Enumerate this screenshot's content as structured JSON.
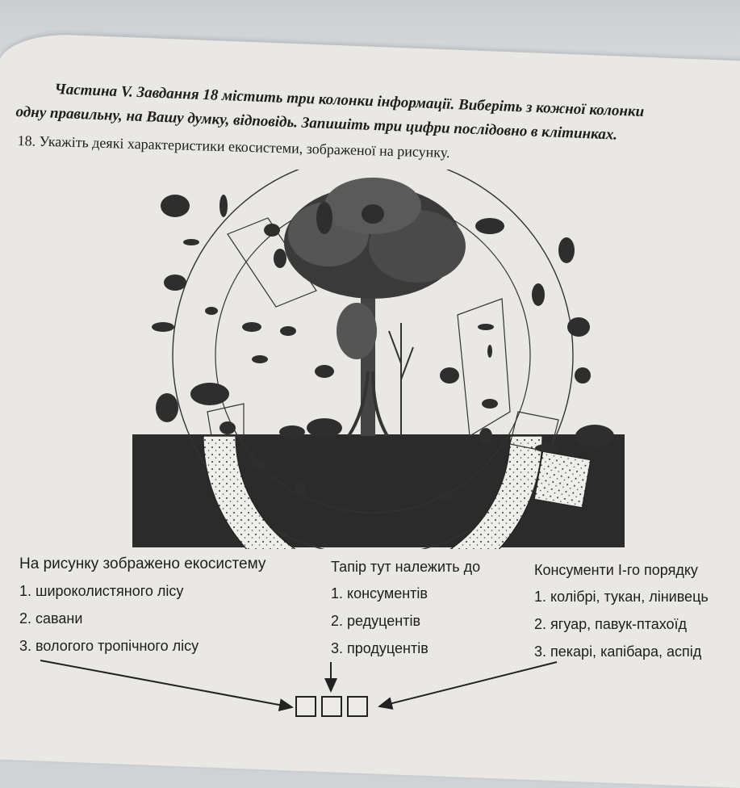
{
  "header": {
    "line1": "Частина V. Завдання 18 містить три колонки інформації. Виберіть з кожної колонки",
    "line2": "одну правильну, на Вашу думку, відповідь. Запишіть три цифри послідовно в клітинках.",
    "question_number": "18.",
    "question_text": "Укажіть деякі характеристики екосистеми, зображеної на рисунку."
  },
  "columns": [
    {
      "heading": "На рисунку зображено екосистему",
      "options": [
        "1. широколистяного лісу",
        "2. савани",
        "3. вологого тропічного лісу"
      ]
    },
    {
      "heading": "Тапір тут належить до",
      "options": [
        "1. консументів",
        "2. редуцентів",
        "3. продуцентів"
      ]
    },
    {
      "heading": "Консументи I-го порядку",
      "options": [
        "1. колібрі, тукан, лінивець",
        "2. ягуар, павук-птахоїд",
        "3. пекарі, капібара, аспід"
      ]
    }
  ],
  "answer_boxes": 3,
  "colors": {
    "paper": "#e9e8e4",
    "ink": "#1d1d1d",
    "background": "#cfd3d6"
  }
}
